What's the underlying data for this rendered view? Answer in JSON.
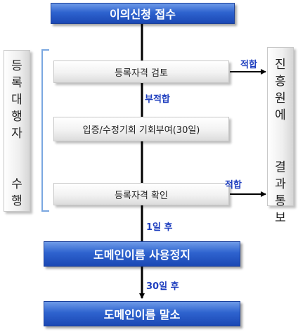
{
  "nodes": {
    "receipt": "이의신청 접수",
    "review": "등록자격 검토",
    "opportunity": "입증/수정기회 기회부여(30일)",
    "confirm": "등록자격 확인",
    "suspend": "도메인이름 사용정지",
    "delete": "도메인이름 말소"
  },
  "side_left": "등록대행자 수행",
  "side_right": "진흥원에 결과통보",
  "labels": {
    "fit_1": "적합",
    "unfit": "부적합",
    "fit_2": "적합",
    "after_1day": "1일 후",
    "after_30days": "30일 후"
  },
  "colors": {
    "blue_box": "#2e63cf",
    "label_text": "#1f3fbf",
    "connector": "#000000",
    "bracket": "#7aa7e0"
  }
}
